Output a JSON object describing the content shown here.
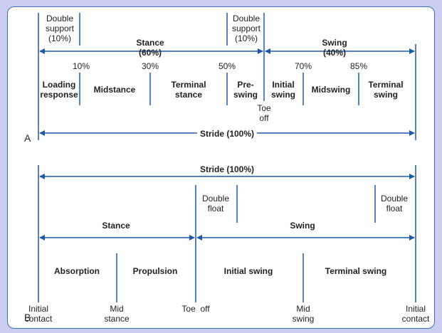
{
  "colors": {
    "line": "#1e5aa8",
    "tick": "#1e5aa8",
    "panel_border": "#3a6fb5",
    "background": "#c9cdf0"
  },
  "panel_a": {
    "letter": "A",
    "double_support_left_1": "Double",
    "double_support_left_2": "support",
    "double_support_left_3": "(10%)",
    "double_support_right_1": "Double",
    "double_support_right_2": "support",
    "double_support_right_3": "(10%)",
    "stance_1": "Stance",
    "stance_2": "(60%)",
    "swing_1": "Swing",
    "swing_2": "(40%)",
    "pct_10": "10%",
    "pct_30": "30%",
    "pct_50": "50%",
    "pct_70": "70%",
    "pct_85": "85%",
    "loading_1": "Loading",
    "loading_2": "response",
    "midstance": "Midstance",
    "terminal_stance_1": "Terminal",
    "terminal_stance_2": "stance",
    "preswing_1": "Pre-",
    "preswing_2": "swing",
    "initial_swing_1": "Initial",
    "initial_swing_2": "swing",
    "midswing": "Midswing",
    "terminal_swing_1": "Terminal",
    "terminal_swing_2": "swing",
    "toe_off_1": "Toe",
    "toe_off_2": "off",
    "stride": "Stride (100%)"
  },
  "panel_b": {
    "letter": "B",
    "stride": "Stride (100%)",
    "double_float_left_1": "Double",
    "double_float_left_2": "float",
    "double_float_right_1": "Double",
    "double_float_right_2": "float",
    "stance": "Stance",
    "swing": "Swing",
    "absorption": "Absorption",
    "propulsion": "Propulsion",
    "initial_swing": "Initial swing",
    "terminal_swing": "Terminal swing",
    "initial_contact_left_1": "Initial",
    "initial_contact_left_2": "contact",
    "mid_stance_1": "Mid",
    "mid_stance_2": "stance",
    "toe_off": "Toe  off",
    "mid_swing_1": "Mid",
    "mid_swing_2": "swing",
    "initial_contact_right_1": "Initial",
    "initial_contact_right_2": "contact"
  }
}
